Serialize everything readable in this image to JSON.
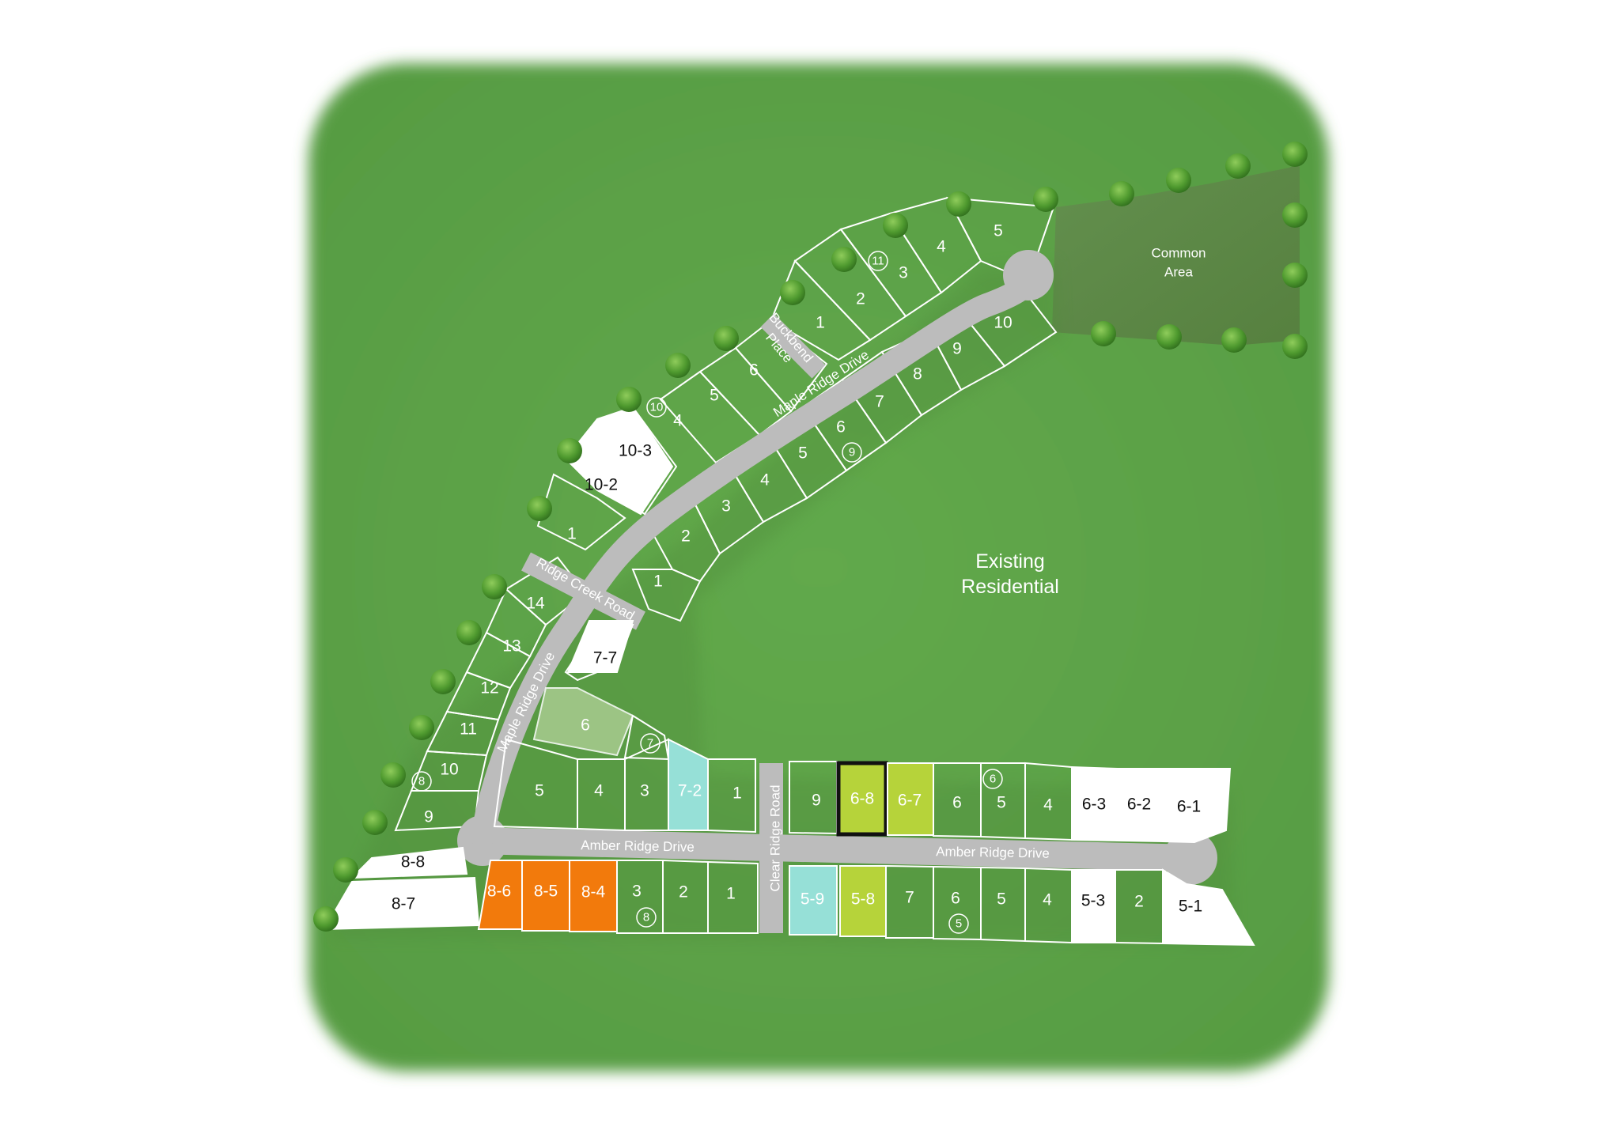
{
  "colors": {
    "land": "#5ea348",
    "lot_available": "#5ea348",
    "lot_white": "#ffffff",
    "lot_orange": "#f27a0c",
    "lot_teal": "#96e0d7",
    "lot_lime": "#b6d33a",
    "road": "#bdbdbd",
    "common_area": "#5f8a4b",
    "tree": "#5e9f3a"
  },
  "map": {
    "areas": {
      "existing_residential": [
        "Existing",
        "Residential"
      ],
      "common_area": [
        "Common",
        "Area"
      ]
    },
    "roads": {
      "amber_ridge_drive_west": "Amber Ridge Drive",
      "amber_ridge_drive_east": "Amber Ridge Drive",
      "maple_ridge_drive_south": "Maple Ridge Drive",
      "maple_ridge_drive_north": "Maple Ridge Drive",
      "ridge_creek_road": "Ridge Creek Road",
      "clear_ridge_road": "Clear Ridge Road",
      "buckbend_place": [
        "Buckbend",
        "Place"
      ]
    },
    "phase_markers": [
      "11",
      "10",
      "9",
      "8",
      "7",
      "8",
      "6",
      "5"
    ],
    "lots": {
      "north_outer": [
        "5",
        "4",
        "3",
        "2",
        "1",
        "6",
        "5",
        "4"
      ],
      "north_inner": [
        "10",
        "9",
        "8",
        "7",
        "6",
        "5",
        "4",
        "3",
        "2",
        "1"
      ],
      "west_mid": [
        "10-3",
        "10-2",
        "1",
        "7-7",
        "6"
      ],
      "west_outer": [
        "14",
        "13",
        "12",
        "11",
        "10",
        "9"
      ],
      "south_west": [
        "8-8",
        "8-7",
        "8-6",
        "8-5",
        "8-4",
        "3",
        "2",
        "1"
      ],
      "mid_row": [
        "5",
        "4",
        "3",
        "7-2",
        "1",
        "9",
        "6-8",
        "6-7",
        "6",
        "5",
        "4",
        "6-3",
        "6-2",
        "6-1"
      ],
      "south_east": [
        "5-9",
        "5-8",
        "7",
        "6",
        "5",
        "4",
        "5-3",
        "2",
        "5-1"
      ]
    },
    "selected_lot": "6-8",
    "lot_status": {
      "orange": [
        "8-6",
        "8-5",
        "8-4"
      ],
      "teal": [
        "7-2",
        "5-9"
      ],
      "lime": [
        "6-8",
        "6-7",
        "5-8"
      ],
      "white": [
        "10-3",
        "10-2",
        "7-7",
        "8-8",
        "8-7",
        "6-3",
        "6-2",
        "6-1",
        "5-3",
        "5-1"
      ],
      "common_light": [
        "6"
      ]
    }
  }
}
